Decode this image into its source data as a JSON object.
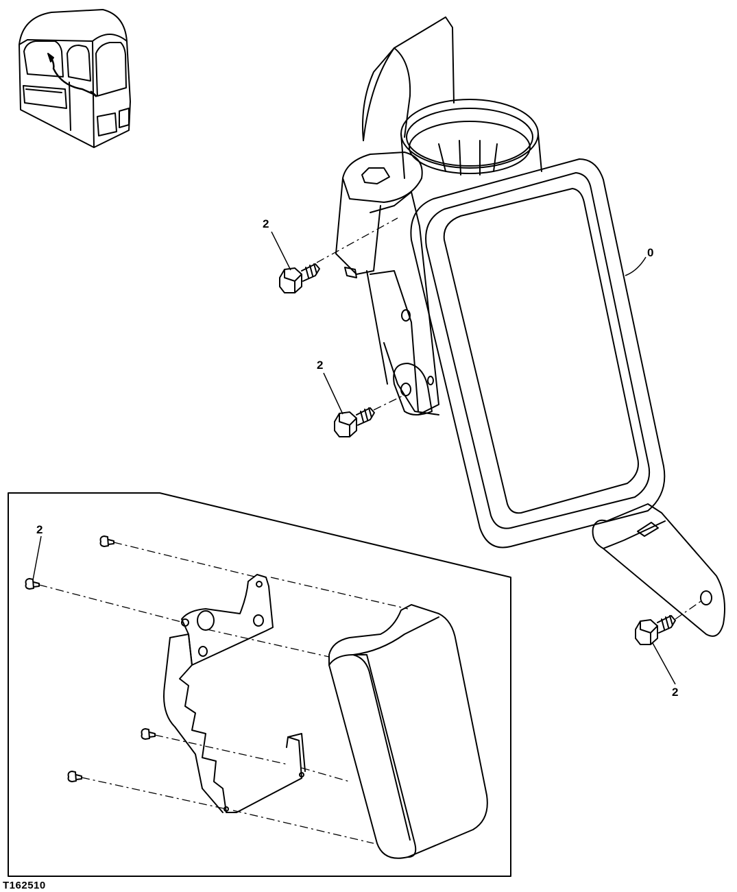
{
  "figure_id": "T162510",
  "callouts": [
    {
      "id": "mirror",
      "label": "0"
    },
    {
      "id": "bolt-a",
      "label": "2"
    },
    {
      "id": "bolt-b",
      "label": "2"
    },
    {
      "id": "bolt-c",
      "label": "2"
    },
    {
      "id": "bolt-d",
      "label": "2"
    }
  ]
}
